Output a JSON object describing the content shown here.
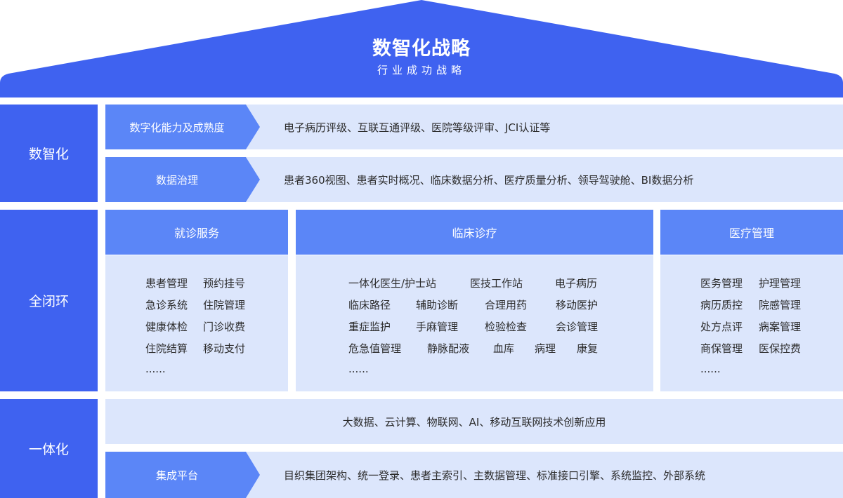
{
  "roof": {
    "title": "数智化战略",
    "subtitle": "行业成功战略"
  },
  "rows": {
    "digital": {
      "label": "数智化",
      "items": [
        {
          "tag": "数字化能力及成熟度",
          "text": "电子病历评级、互联互通评级、医院等级评审、JCI认证等"
        },
        {
          "tag": "数据治理",
          "text": "患者360视图、患者实时概况、临床数据分析、医疗质量分析、领导驾驶舱、BI数据分析"
        }
      ]
    },
    "closed_loop": {
      "label": "全闭环",
      "columns": [
        {
          "title": "就诊服务",
          "items": [
            "患者管理",
            "预约挂号",
            "急诊系统",
            "住院管理",
            "健康体检",
            "门诊收费",
            "住院结算",
            "移动支付",
            "......"
          ]
        },
        {
          "title": "临床诊疗",
          "items": [
            "一体化医生/护士站",
            "医技工作站",
            "电子病历",
            "临床路径",
            "辅助诊断",
            "合理用药",
            "移动医护",
            "重症监护",
            "手麻管理",
            "检验检查",
            "会诊管理",
            "危急值管理",
            "静脉配液",
            "血库",
            "病理",
            "康复",
            "......"
          ]
        },
        {
          "title": "医疗管理",
          "items": [
            "医务管理",
            "护理管理",
            "病历质控",
            "院感管理",
            "处方点评",
            "病案管理",
            "商保管理",
            "医保控费",
            "......"
          ]
        }
      ]
    },
    "integrated": {
      "label": "一体化",
      "tech": "大数据、云计算、物联网、AI、移动互联网技术创新应用",
      "platform": {
        "tag": "集成平台",
        "text": "目织集团架构、统一登录、患者主索引、主数据管理、标准接口引擎、系统监控、外部系统"
      }
    }
  },
  "colors": {
    "primary": "#3F62F0",
    "secondary": "#5B86F7",
    "light": "#DCE6FC"
  }
}
